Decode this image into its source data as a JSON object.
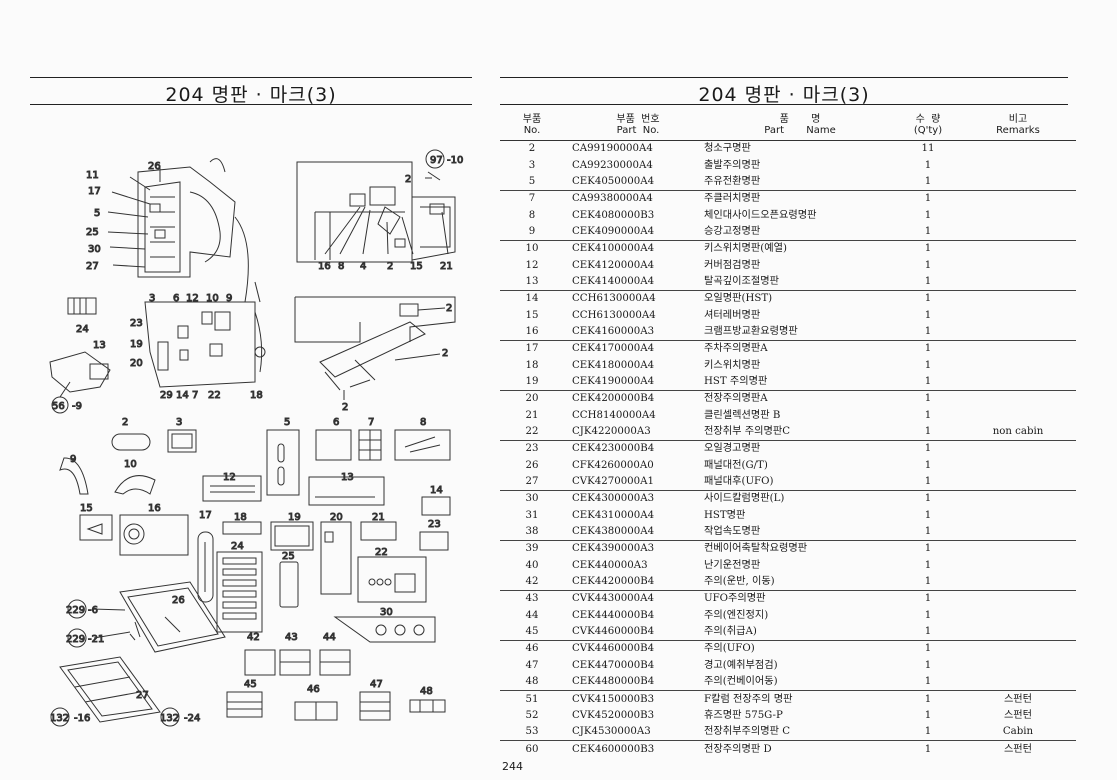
{
  "left_title": "204 명판 · 마크(3)",
  "right_title": "204 명판 · 마크(3)",
  "page_number": "244",
  "table": {
    "headers": [
      {
        "ko": "부품",
        "en": "No."
      },
      {
        "ko": "부품  번호",
        "en": "Part  No."
      },
      {
        "ko": "품       명",
        "en": "Part       Name"
      },
      {
        "ko": "수  량",
        "en": "(Q'ty)"
      },
      {
        "ko": "비고",
        "en": "Remarks"
      }
    ],
    "rows": [
      [
        "2",
        "CA99190000A4",
        "청소구명판",
        "11",
        ""
      ],
      [
        "3",
        "CA99230000A4",
        "출발주의명판",
        "1",
        ""
      ],
      [
        "5",
        "CEK4050000A4",
        "주유전환명판",
        "1",
        ""
      ],
      [
        "7",
        "CA99380000A4",
        "주클러치명판",
        "1",
        ""
      ],
      [
        "8",
        "CEK4080000B3",
        "체인대사이드오픈요령명판",
        "1",
        ""
      ],
      [
        "9",
        "CEK4090000A4",
        "승강고정명판",
        "1",
        ""
      ],
      [
        "10",
        "CEK4100000A4",
        "키스위치명판(예열)",
        "1",
        ""
      ],
      [
        "12",
        "CEK4120000A4",
        "커버점검명판",
        "1",
        ""
      ],
      [
        "13",
        "CEK4140000A4",
        "탈곡깊이조절명판",
        "1",
        ""
      ],
      [
        "14",
        "CCH6130000A4",
        "오일명판(HST)",
        "1",
        ""
      ],
      [
        "15",
        "CCH6130000A4",
        "셔터레버명판",
        "1",
        ""
      ],
      [
        "16",
        "CEK4160000A3",
        "크램프방교환요령명판",
        "1",
        ""
      ],
      [
        "17",
        "CEK4170000A4",
        "주차주의명판A",
        "1",
        ""
      ],
      [
        "18",
        "CEK4180000A4",
        "키스위치명판",
        "1",
        ""
      ],
      [
        "19",
        "CEK4190000A4",
        "HST 주의명판",
        "1",
        ""
      ],
      [
        "20",
        "CEK4200000B4",
        "전장주의명판A",
        "1",
        ""
      ],
      [
        "21",
        "CCH8140000A4",
        "클린셀렉션명판 B",
        "1",
        ""
      ],
      [
        "22",
        "CJK4220000A3",
        "전장취부 주의명판C",
        "1",
        "non cabin"
      ],
      [
        "23",
        "CEK4230000B4",
        "오일경고명판",
        "1",
        ""
      ],
      [
        "26",
        "CFK4260000A0",
        "패널대전(G/T)",
        "1",
        ""
      ],
      [
        "27",
        "CVK4270000A1",
        "패널대후(UFO)",
        "1",
        ""
      ],
      [
        "30",
        "CEK4300000A3",
        "사이드칼럼명판(L)",
        "1",
        ""
      ],
      [
        "31",
        "CEK4310000A4",
        "HST명판",
        "1",
        ""
      ],
      [
        "38",
        "CEK4380000A4",
        "작업속도명판",
        "1",
        ""
      ],
      [
        "39",
        "CEK4390000A3",
        "컨베이어축탈착요령명판",
        "1",
        ""
      ],
      [
        "40",
        "CEK440000A3",
        "난기운전명판",
        "1",
        ""
      ],
      [
        "42",
        "CEK4420000B4",
        "주의(운반, 이동)",
        "1",
        ""
      ],
      [
        "43",
        "CVK4430000A4",
        "UFO주의명판",
        "1",
        ""
      ],
      [
        "44",
        "CEK4440000B4",
        "주의(엔진정지)",
        "1",
        ""
      ],
      [
        "45",
        "CVK4460000B4",
        "주의(취급A)",
        "1",
        ""
      ],
      [
        "46",
        "CVK4460000B4",
        "주의(UFO)",
        "1",
        ""
      ],
      [
        "47",
        "CEK4470000B4",
        "경고(예취부점검)",
        "1",
        ""
      ],
      [
        "48",
        "CEK4480000B4",
        "주의(컨베이어동)",
        "1",
        ""
      ],
      [
        "51",
        "CVK4150000B3",
        "F칼럼 전장주의 명판",
        "1",
        "스펀턴"
      ],
      [
        "52",
        "CVK4520000B3",
        "휴즈명판 575G-P",
        "1",
        "스펀턴"
      ],
      [
        "53",
        "CJK4530000A3",
        "전장취부주의명판 C",
        "1",
        "Cabin"
      ],
      [
        "60",
        "CEK4600000B3",
        "전장주의명판 D",
        "1",
        "스펀턴"
      ]
    ],
    "group_starts": [
      3,
      6,
      9,
      12,
      15,
      18,
      21,
      24,
      27,
      30,
      33,
      36
    ]
  },
  "callouts": {
    "c1": "11",
    "c2": "26",
    "c3": "17",
    "c4": "5",
    "c5": "25",
    "c6": "30",
    "c7": "27",
    "c8": "97",
    "c9": "-10",
    "c10": "2",
    "c11": "16",
    "c12": "8",
    "c13": "4",
    "c14": "2",
    "c15": "15",
    "c16": "21",
    "c17": "24",
    "c18": "3",
    "c19": "6",
    "c20": "12",
    "c21": "10",
    "c22": "9",
    "c23": "23",
    "c24": "13",
    "c25": "19",
    "c26": "20",
    "c27": "29",
    "c28": "14",
    "c29": "7",
    "c30": "22",
    "c31": "18",
    "c32": "56",
    "c33": "-9",
    "c34": "2",
    "c35": "2",
    "c36": "2",
    "c37": "2",
    "c38": "3",
    "c39": "5",
    "c40": "6",
    "c41": "7",
    "c42": "8",
    "c43": "9",
    "c44": "10",
    "c45": "12",
    "c46": "13",
    "c47": "14",
    "c48": "15",
    "c49": "16",
    "c50": "17",
    "c51": "18",
    "c52": "19",
    "c53": "20",
    "c54": "21",
    "c55": "23",
    "c56": "24",
    "c57": "25",
    "c58": "22",
    "c59": "30",
    "c60": "26",
    "c61": "229",
    "c62": "-6",
    "c63": "229",
    "c64": "-21",
    "c65": "42",
    "c66": "43",
    "c67": "44",
    "c68": "45",
    "c69": "46",
    "c70": "47",
    "c71": "48",
    "c72": "27",
    "c73": "132",
    "c74": "-16",
    "c75": "132",
    "c76": "-24"
  }
}
